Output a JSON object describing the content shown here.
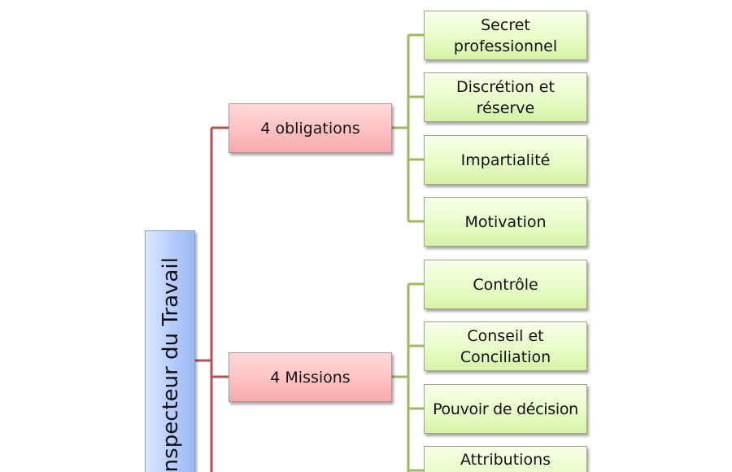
{
  "root": {
    "label": "Inspecteur du Travail"
  },
  "branches": [
    {
      "label": "4 obligations",
      "children": [
        "Secret professionnel",
        "Discrétion et réserve",
        "Impartialité",
        "Motivation"
      ]
    },
    {
      "label": "4 Missions",
      "children": [
        "Contrôle",
        "Conseil et Conciliation",
        "Pouvoir de décision",
        "Attributions"
      ]
    }
  ],
  "colors": {
    "root_connector": "#b5514f",
    "child_connector": "#9bbb59"
  }
}
